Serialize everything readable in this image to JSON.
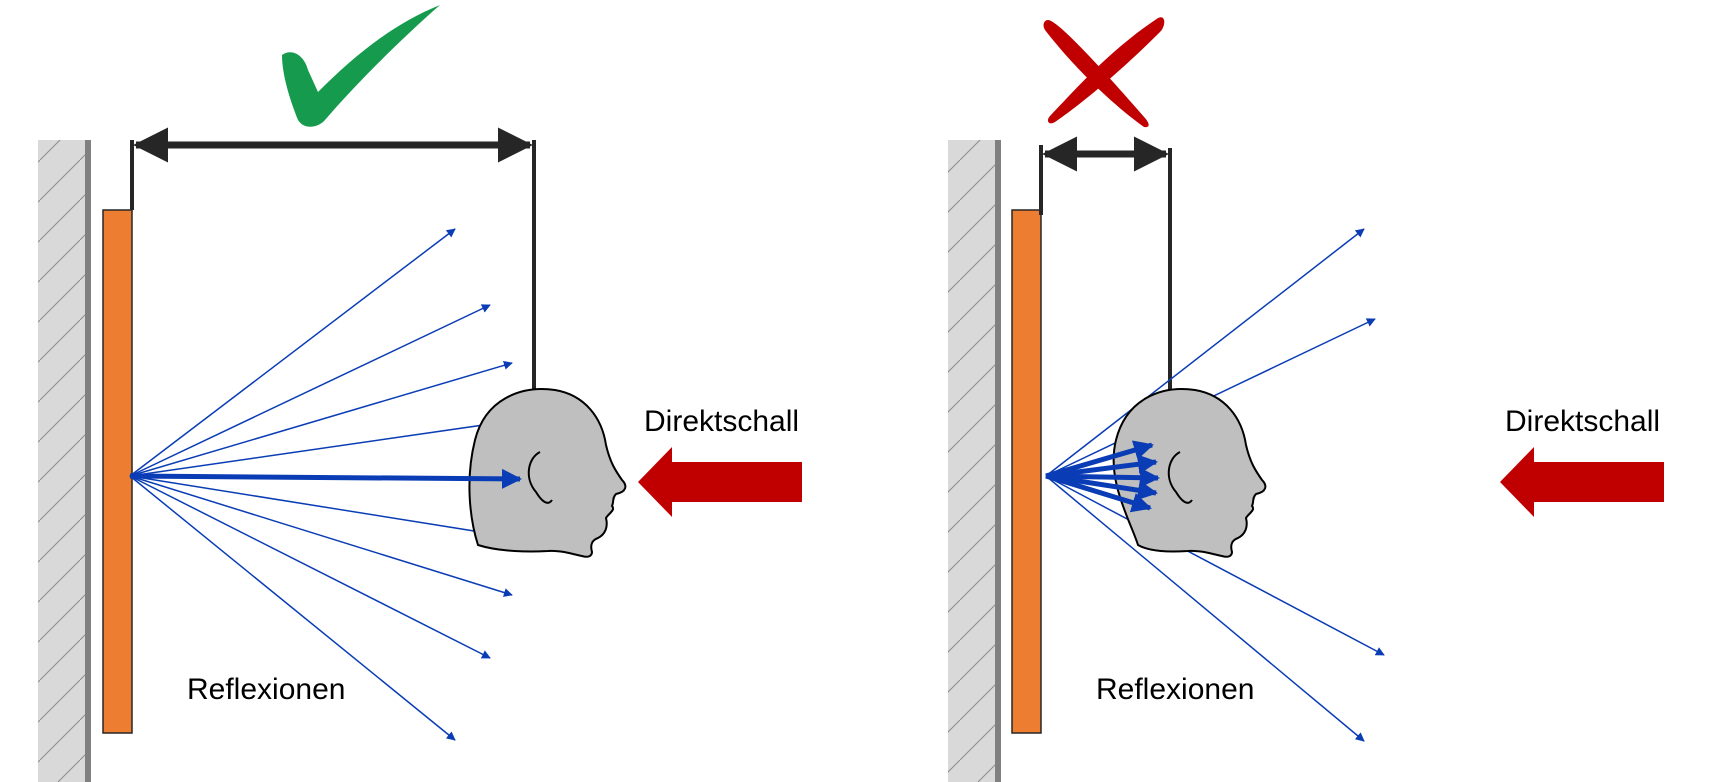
{
  "left_panel": {
    "label_direct": "Direktschall",
    "label_reflections": "Reflexionen",
    "verdict_icon": "check-mark-icon",
    "verdict_color": "#169B4E"
  },
  "right_panel": {
    "label_direct": "Direktschall",
    "label_reflections": "Reflexionen",
    "verdict_icon": "cross-mark-icon",
    "verdict_color": "#C00000"
  },
  "colors": {
    "wall_fill": "#D9D9D9",
    "wall_edge": "#808080",
    "panel": "#ED7D31",
    "head": "#BFBFBF",
    "ray": "#0A3DB5",
    "direct_arrow": "#C00000",
    "dimension": "#262626"
  }
}
